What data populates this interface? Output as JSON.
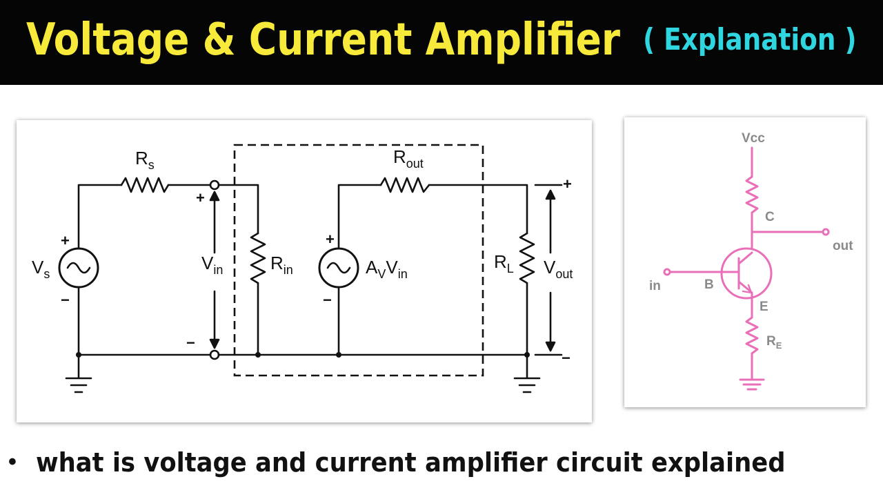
{
  "header": {
    "title": "Voltage & Current Amplifier",
    "subtitle": "( Explanation )"
  },
  "diagram_left": {
    "labels": {
      "rs": "R",
      "rs_sub": "s",
      "rout": "R",
      "rout_sub": "out",
      "vs": "V",
      "vs_sub": "s",
      "vin": "V",
      "vin_sub": "in",
      "rin": "R",
      "rin_sub": "in",
      "avvin_a": "A",
      "avvin_v_sub": "V",
      "avvin_v": "V",
      "avvin_in_sub": "in",
      "rl": "R",
      "rl_sub": "L",
      "vout": "V",
      "vout_sub": "out",
      "plus": "+",
      "minus": "−"
    }
  },
  "diagram_right": {
    "labels": {
      "vcc": "Vcc",
      "c": "C",
      "out": "out",
      "in": "in",
      "b": "B",
      "e": "E",
      "re": "R",
      "re_sub": "E"
    },
    "wire_color": "#e96fb8"
  },
  "caption": {
    "bullet": "•",
    "text": "what is voltage and current amplifier circuit explained"
  }
}
